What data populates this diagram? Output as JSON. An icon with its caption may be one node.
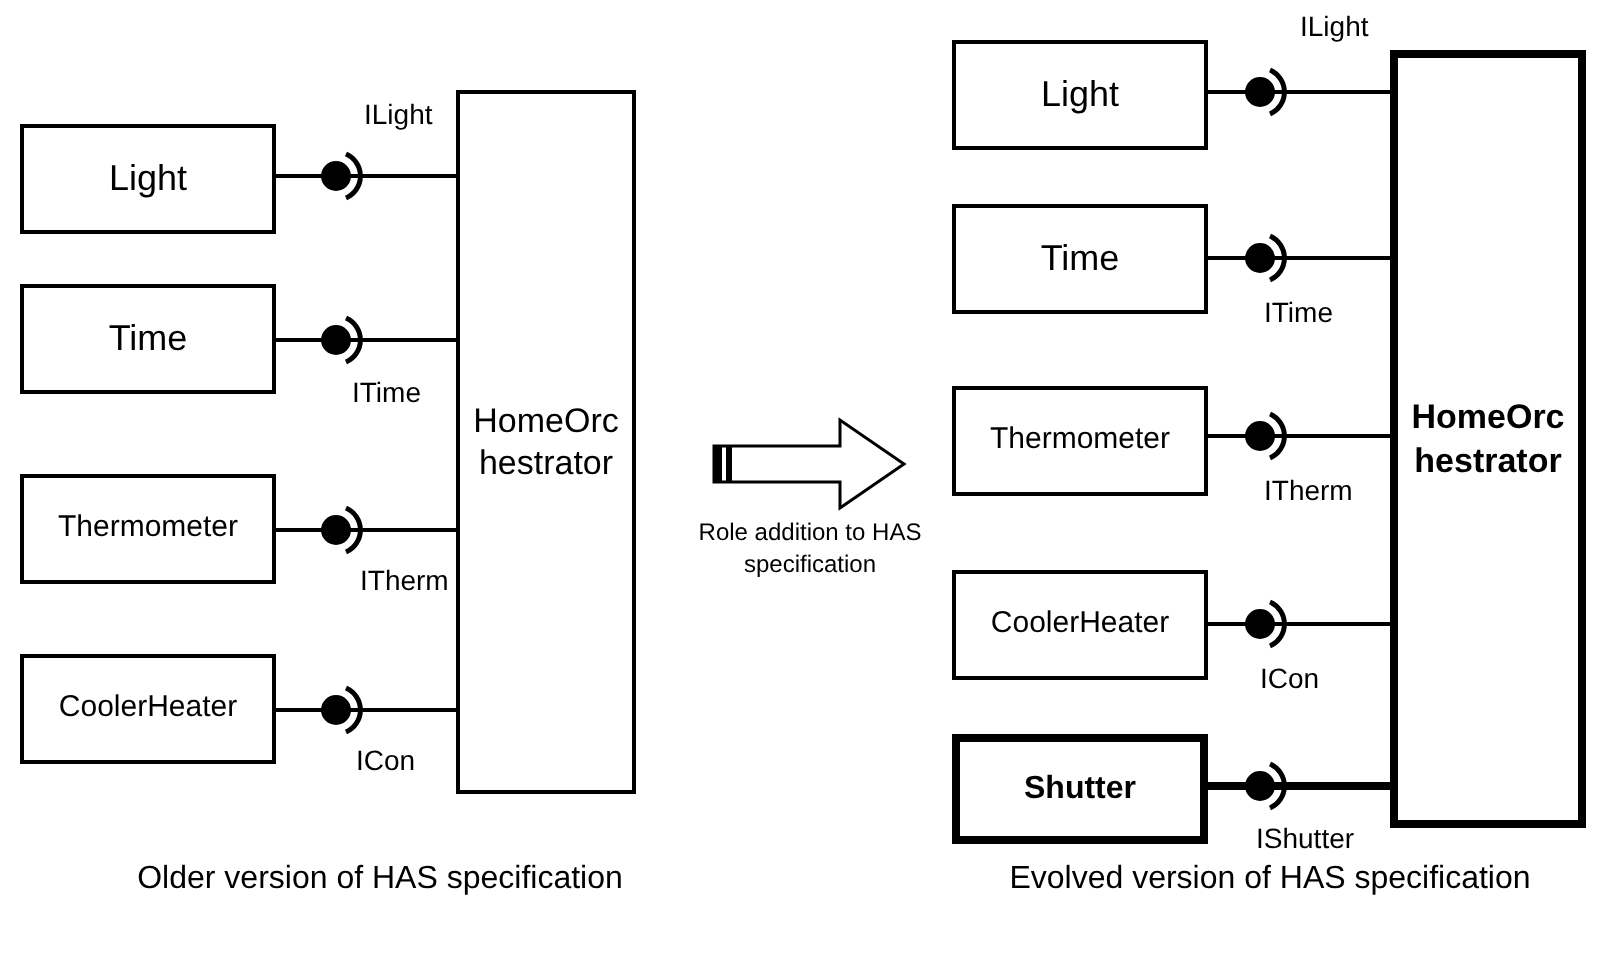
{
  "diagram": {
    "nodes": [
      {
        "text": [
          "Light"
        ]
      },
      {
        "text": [
          "Time"
        ]
      },
      {
        "text": [
          "Thermometer"
        ]
      },
      {
        "text": [
          "CoolerHeater"
        ]
      },
      {
        "text": [
          "HomeOrc hestrator"
        ]
      },
      {
        "text": [
          "Light"
        ]
      },
      {
        "text": [
          "Time"
        ]
      },
      {
        "text": [
          "Thermometer"
        ]
      },
      {
        "text": [
          "CoolerHeater"
        ]
      },
      {
        "text": [
          "Shutter"
        ]
      },
      {
        "text": [
          "HomeOrc hestrator"
        ]
      }
    ],
    "edges": [
      {
        "from": 0,
        "to": 4,
        "arrow": "none",
        "label": "ILight"
      },
      {
        "from": 1,
        "to": 4,
        "arrow": "none",
        "label": "ITime"
      },
      {
        "from": 2,
        "to": 4,
        "arrow": "none",
        "label": "ITherm"
      },
      {
        "from": 3,
        "to": 4,
        "arrow": "none",
        "label": "ICon"
      },
      {
        "from": 5,
        "to": 10,
        "arrow": "none",
        "label": "ILight"
      },
      {
        "from": 6,
        "to": 10,
        "arrow": "none",
        "label": "ITime"
      },
      {
        "from": 7,
        "to": 10,
        "arrow": "none",
        "label": "ITherm"
      },
      {
        "from": 8,
        "to": 10,
        "arrow": "none",
        "label": "ICon"
      },
      {
        "from": 9,
        "to": 10,
        "arrow": "none",
        "label": "IShutter",
        "style": "thick"
      }
    ],
    "labels": [
      "Role addition to HAS specification",
      "Older version of HAS specification",
      "Evolved version of HAS specification"
    ]
  }
}
